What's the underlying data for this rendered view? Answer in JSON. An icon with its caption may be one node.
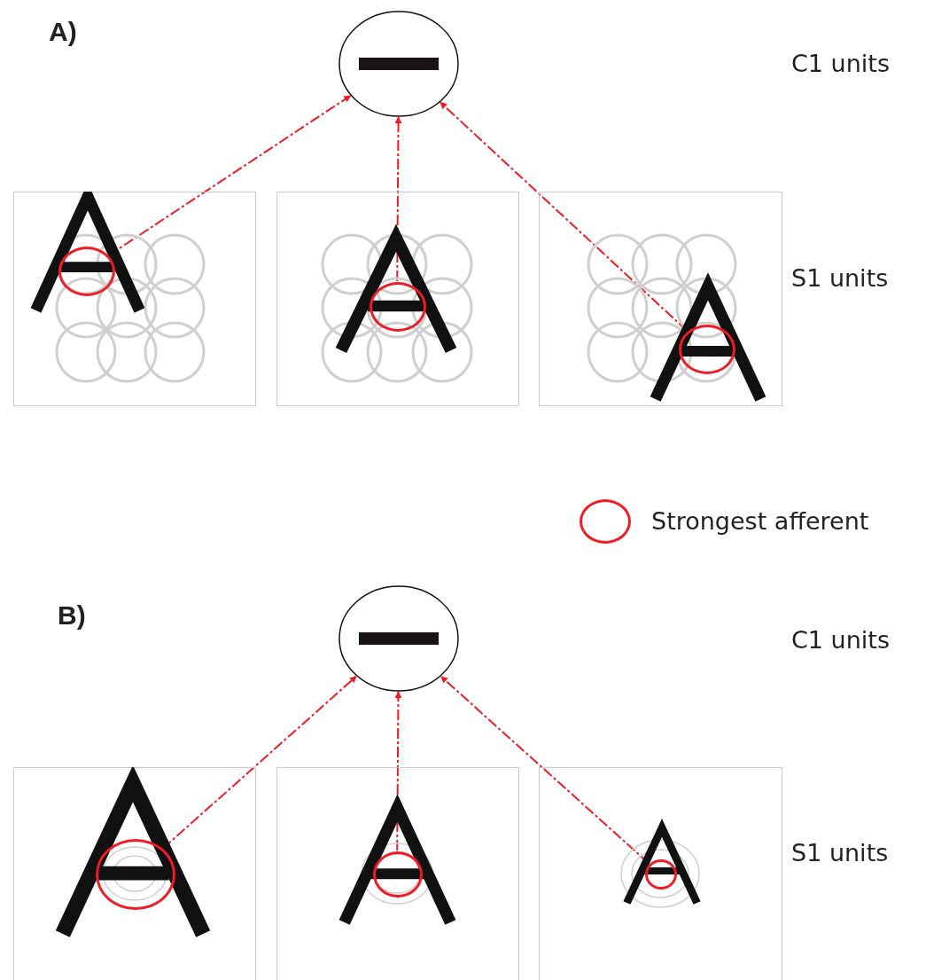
{
  "diagram": {
    "nodes": [
      {
        "text": [],
        "shape": "circle"
      },
      {
        "text": [],
        "shape": "box"
      },
      {
        "text": [],
        "shape": "box"
      },
      {
        "text": [],
        "shape": "box"
      },
      {
        "text": [],
        "shape": "circle",
        "in": 1
      },
      {
        "text": [],
        "shape": "circle",
        "in": 2
      },
      {
        "text": [],
        "shape": "circle",
        "in": 3
      },
      {
        "text": [],
        "shape": "circle"
      },
      {
        "text": [],
        "shape": "box"
      },
      {
        "text": [],
        "shape": "box"
      },
      {
        "text": [],
        "shape": "box"
      },
      {
        "text": [],
        "shape": "circle",
        "in": 8
      },
      {
        "text": [],
        "shape": "circle",
        "in": 9
      },
      {
        "text": [],
        "shape": "circle",
        "in": 10
      }
    ],
    "edges": [
      {
        "from": 4,
        "to": 0,
        "arrow": "to",
        "style": "dashed"
      },
      {
        "from": 5,
        "to": 0,
        "arrow": "to",
        "style": "dashed"
      },
      {
        "from": 6,
        "to": 0,
        "arrow": "to",
        "style": "dashed"
      },
      {
        "from": 11,
        "to": 7,
        "arrow": "to",
        "style": "dashed"
      },
      {
        "from": 12,
        "to": 7,
        "arrow": "to",
        "style": "dashed"
      },
      {
        "from": 13,
        "to": 7,
        "arrow": "to",
        "style": "dashed"
      }
    ],
    "labels": [
      "A)",
      "C1 units",
      "S1 units",
      "B)",
      "C1 units",
      "S1 units"
    ],
    "legend": [
      {
        "text": "Strongest afferent"
      }
    ]
  }
}
